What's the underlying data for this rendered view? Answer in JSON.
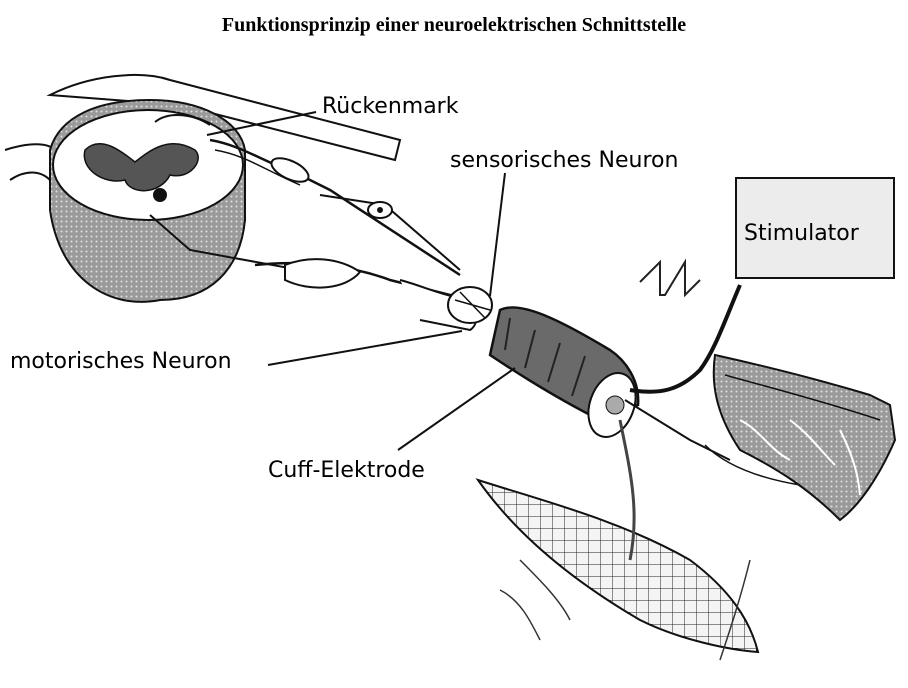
{
  "title": "Funktionsprinzip einer neuroelektrischen Schnittstelle",
  "labels": {
    "spinal_cord": "Rückenmark",
    "sensory_neuron": "sensorisches Neuron",
    "motor_neuron": "motorisches Neuron",
    "cuff_electrode": "Cuff-Elektrode",
    "stimulator": "Stimulator"
  },
  "icons": [
    "spinal-cord-cross-section",
    "nerve-fibers",
    "cuff-electrode",
    "muscle",
    "muscle-tissue",
    "stimulus-waveform"
  ]
}
